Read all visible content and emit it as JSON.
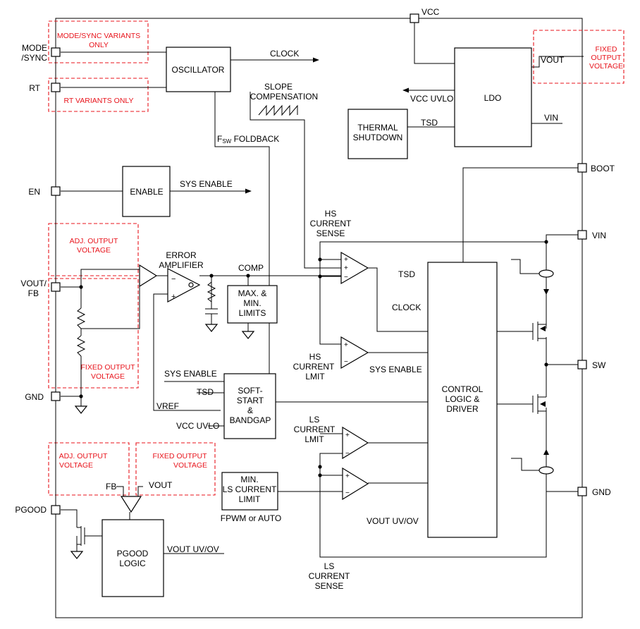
{
  "pins": {
    "vcc": "VCC",
    "mode_sync_1": "MODE",
    "mode_sync_2": "/SYNC",
    "rt": "RT",
    "en": "EN",
    "vout_fb_1": "VOUT/",
    "vout_fb_2": "FB",
    "gnd_left": "GND",
    "pgood": "PGOOD",
    "boot": "BOOT",
    "vin": "VIN",
    "sw": "SW",
    "gnd_right": "GND"
  },
  "variants": {
    "mode_sync_1": "MODE/SYNC VARIANTS",
    "mode_sync_2": "ONLY",
    "rt": "RT VARIANTS ONLY",
    "fixed_vout_1": "FIXED",
    "fixed_vout_2": "OUTPUT",
    "fixed_vout_3": "VOLTAGE",
    "adj_1": "ADJ. OUTPUT",
    "adj_2": "VOLTAGE",
    "fixed_1": "FIXED OUTPUT",
    "fixed_2": "VOLTAGE",
    "pg_adj_1": "ADJ. OUTPUT",
    "pg_adj_2": "VOLTAGE",
    "pg_fixed_1": "FIXED OUTPUT",
    "pg_fixed_2": "VOLTAGE"
  },
  "blocks": {
    "oscillator": "OSCILLATOR",
    "ldo": "LDO",
    "thermal_1": "THERMAL",
    "thermal_2": "SHUTDOWN",
    "enable": "ENABLE",
    "limits_1": "MAX. &",
    "limits_2": "MIN.",
    "limits_3": "LIMITS",
    "softstart_1": "SOFT-",
    "softstart_2": "START",
    "softstart_3": "&",
    "softstart_4": "BANDGAP",
    "control_1": "CONTROL",
    "control_2": "LOGIC &",
    "control_3": "DRIVER",
    "ls_min_1": "MIN.",
    "ls_min_2": "LS CURRENT",
    "ls_min_3": "LIMIT",
    "pgood_1": "PGOOD",
    "pgood_2": "LOGIC"
  },
  "signals": {
    "clock": "CLOCK",
    "slope_1": "SLOPE",
    "slope_2": "COMPENSATION",
    "fsw_main": "F",
    "fsw_sub": "SW",
    "fsw_rest": " FOLDBACK",
    "vcc_uvlo": "VCC UVLO",
    "ldo_vout": "VOUT",
    "ldo_vin": "VIN",
    "tsd": "TSD",
    "sys_enable": "SYS ENABLE",
    "error_amp_1": "ERROR",
    "error_amp_2": "AMPLIFIER",
    "comp": "COMP",
    "hs_sense_1": "HS",
    "hs_sense_2": "CURRENT",
    "hs_sense_3": "SENSE",
    "tsd_ctrl": "TSD",
    "clock_ctrl": "CLOCK",
    "hs_limit_1": "HS",
    "hs_limit_2": "CURRENT",
    "hs_limit_3": "LMIT",
    "sys_enable_ctrl": "SYS ENABLE",
    "ss_sys_enable": "SYS ENABLE",
    "ss_tsd": "TSD",
    "vref": "VREF",
    "ss_vcc_uvlo": "VCC UVLO",
    "ls_limit_1": "LS",
    "ls_limit_2": "CURRENT",
    "ls_limit_3": "LMIT",
    "fpwm": "FPWM or AUTO",
    "vout_uvov_ctrl": "VOUT UV/OV",
    "fb": "FB",
    "pg_vout": "VOUT",
    "vout_uvov": "VOUT UV/OV",
    "ls_sense_1": "LS",
    "ls_sense_2": "CURRENT",
    "ls_sense_3": "SENSE"
  }
}
